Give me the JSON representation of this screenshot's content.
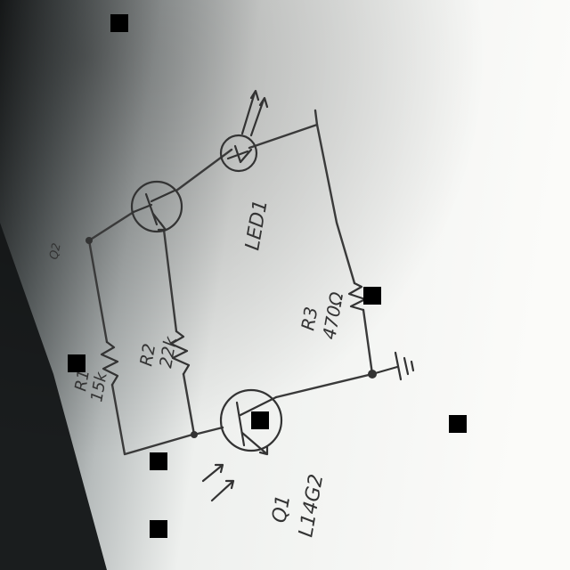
{
  "diagram": {
    "kind": "hand-drawn transistor circuit on paper",
    "colors": {
      "paper": "#f4f5f2",
      "shadow": "#202324",
      "ink": "#333333"
    },
    "labels": {
      "led": "LED1",
      "r3": "R3",
      "r3_value": "470Ω",
      "r2": "R2",
      "r2_value": "22k",
      "r1": "R1",
      "r1_value": "15k",
      "q1": "Q1",
      "q1_part": "L14G2",
      "q2": "Q2"
    }
  }
}
